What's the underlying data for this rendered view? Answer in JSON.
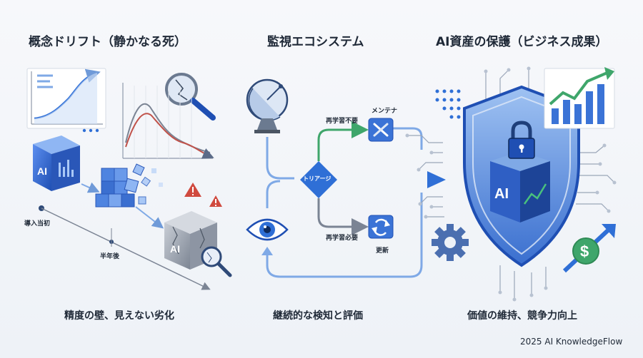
{
  "sections": {
    "drift": {
      "title": "概念ドリフト（静かなる死）",
      "caption": "精度の壁、見えない劣化",
      "labels": {
        "start": "導入当初",
        "half_year": "半年後"
      },
      "cube_label": "AI",
      "broken_cube_label": "AI",
      "icons": [
        "rising-chart-icon",
        "magnifier-crack-icon",
        "falling-chart-icon",
        "ai-cube-icon",
        "breaking-cubes-icon",
        "warning-icon",
        "broken-ai-cube-icon"
      ]
    },
    "monitor": {
      "title": "監視エコシステム",
      "caption": "継続的な検知と評価",
      "triage": "トリアージ",
      "no_retrain": "再学習不要",
      "retrain": "再学習必要",
      "maintain": "メンテナ",
      "update": "更新",
      "icons": [
        "satellite-dish-icon",
        "eye-icon",
        "wrench-screwdriver-icon",
        "refresh-icon"
      ]
    },
    "protect": {
      "title": "AI資産の保護（ビジネス成果）",
      "caption": "価値の維持、競争力向上",
      "shield_label": "AI",
      "icons": [
        "shield-icon",
        "lock-icon",
        "growth-chart-icon",
        "gear-icon",
        "dollar-icon"
      ]
    }
  },
  "footer": "2025 AI KnowledgeFlow",
  "colors": {
    "blue": "#2f6fd6",
    "light_blue": "#7fa9e6",
    "green": "#3fa66b",
    "red": "#d04a3f",
    "gray": "#6b7280"
  }
}
